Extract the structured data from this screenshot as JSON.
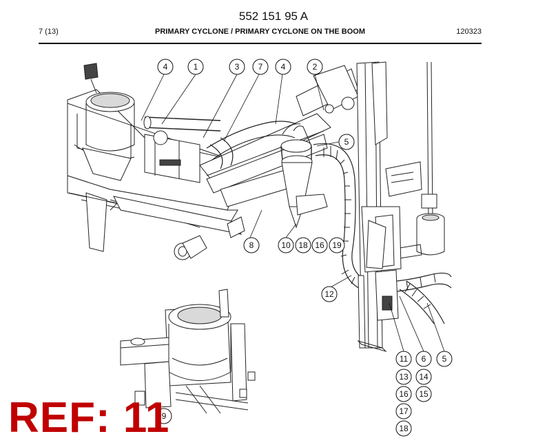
{
  "document": {
    "part_number": "552 151 95 A",
    "page": "7 (13)",
    "title": "PRIMARY CYCLONE / PRIMARY CYCLONE ON THE BOOM",
    "date_code": "120323"
  },
  "ref_label": "REF: 11",
  "callouts": {
    "c1": "4",
    "c2": "1",
    "c3": "3",
    "c4": "7",
    "c5": "4",
    "c6": "2",
    "c7": "5",
    "c8": "8",
    "c9": "10",
    "c10": "18",
    "c11": "16",
    "c12": "19",
    "c13": "12",
    "c14": "11",
    "c15": "6",
    "c16": "5",
    "c17": "13",
    "c18": "14",
    "c19": "16",
    "c20": "15",
    "c21": "17",
    "c22": "18",
    "c23": "9"
  }
}
